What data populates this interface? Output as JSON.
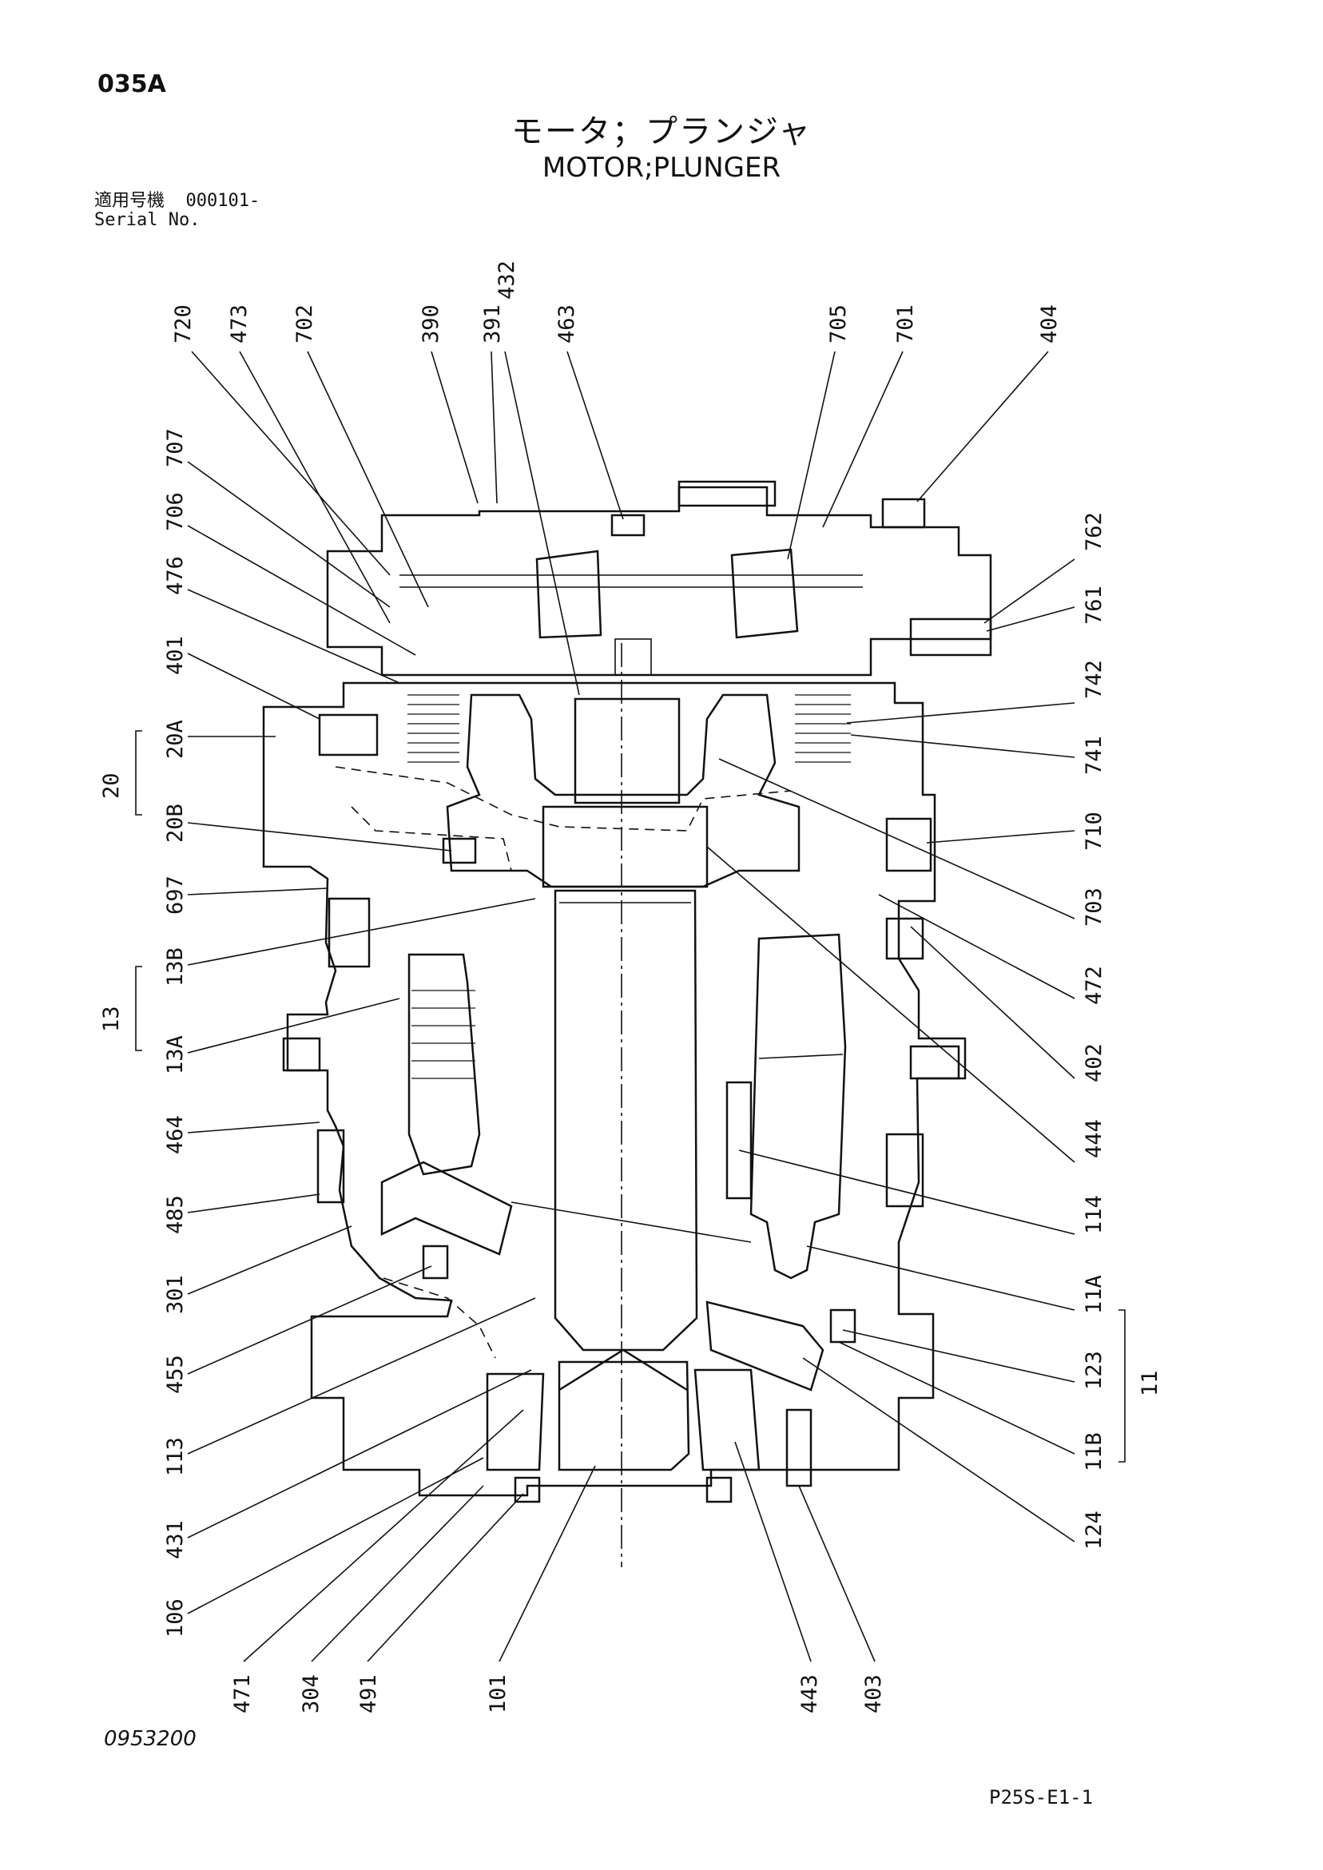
{
  "header": {
    "page_code": "035A",
    "title_jp": "モータ；プランジャ",
    "title_en": "MOTOR;PLUNGER",
    "serial_label_jp": "適用号機",
    "serial_value": "000101-",
    "serial_label_en": "Serial No."
  },
  "footer": {
    "drawing_number": "0953200",
    "sheet_id": "P25S-E1-1"
  },
  "callouts": {
    "top": [
      "720",
      "473",
      "702",
      "390",
      "391",
      "432",
      "463",
      "705",
      "701",
      "404"
    ],
    "left": [
      "707",
      "706",
      "476",
      "401",
      "20A",
      "20B",
      "697",
      "13B",
      "13A",
      "464",
      "485",
      "301",
      "455",
      "113",
      "431",
      "106"
    ],
    "left_groups": [
      "20",
      "13"
    ],
    "right": [
      "762",
      "761",
      "742",
      "741",
      "710",
      "703",
      "472",
      "402",
      "444",
      "114",
      "11A",
      "123",
      "11B",
      "124"
    ],
    "right_groups": [
      "11"
    ],
    "bottom": [
      "471",
      "304",
      "491",
      "101",
      "443",
      "403"
    ]
  }
}
